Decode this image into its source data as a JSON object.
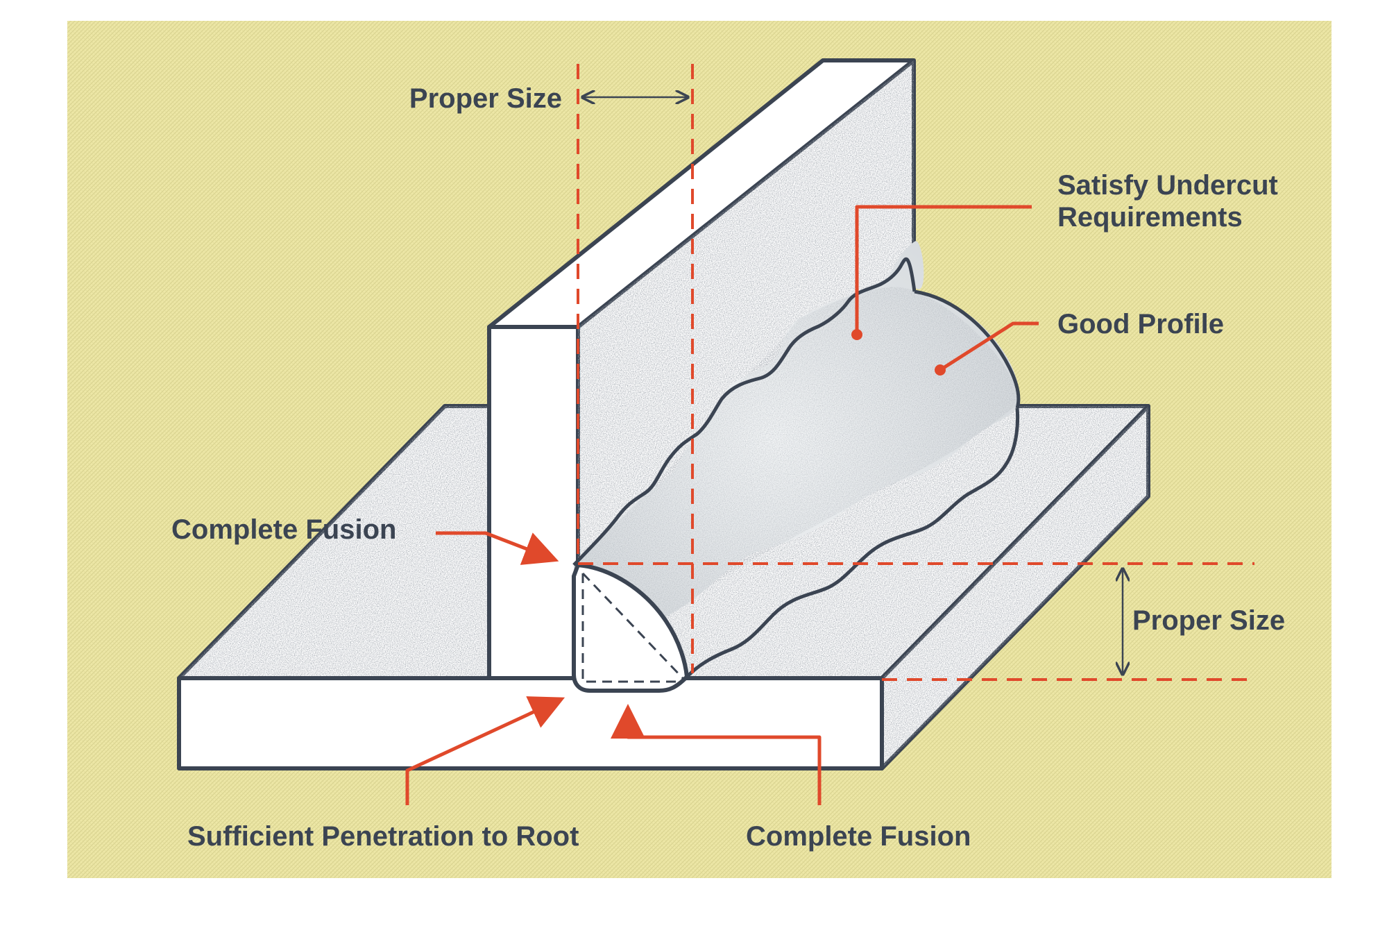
{
  "diagram": {
    "colors": {
      "page_background": "#ffffff",
      "panel_background": "#ede7a6",
      "panel_hatch": "#d6d08c",
      "outline": "#3b4452",
      "stipple": "#8a919c",
      "face_fill": "#ffffff",
      "weld_fill": "#e9ecee",
      "annotation": "#e0492b",
      "text": "#3b4452"
    },
    "labels": {
      "proper_size_top": "Proper Size",
      "satisfy_undercut_line1": "Satisfy Undercut",
      "satisfy_undercut_line2": "Requirements",
      "good_profile": "Good Profile",
      "complete_fusion_left": "Complete Fusion",
      "proper_size_right": "Proper Size",
      "sufficient_penetration": "Sufficient Penetration to Root",
      "complete_fusion_bottom": "Complete Fusion"
    }
  }
}
